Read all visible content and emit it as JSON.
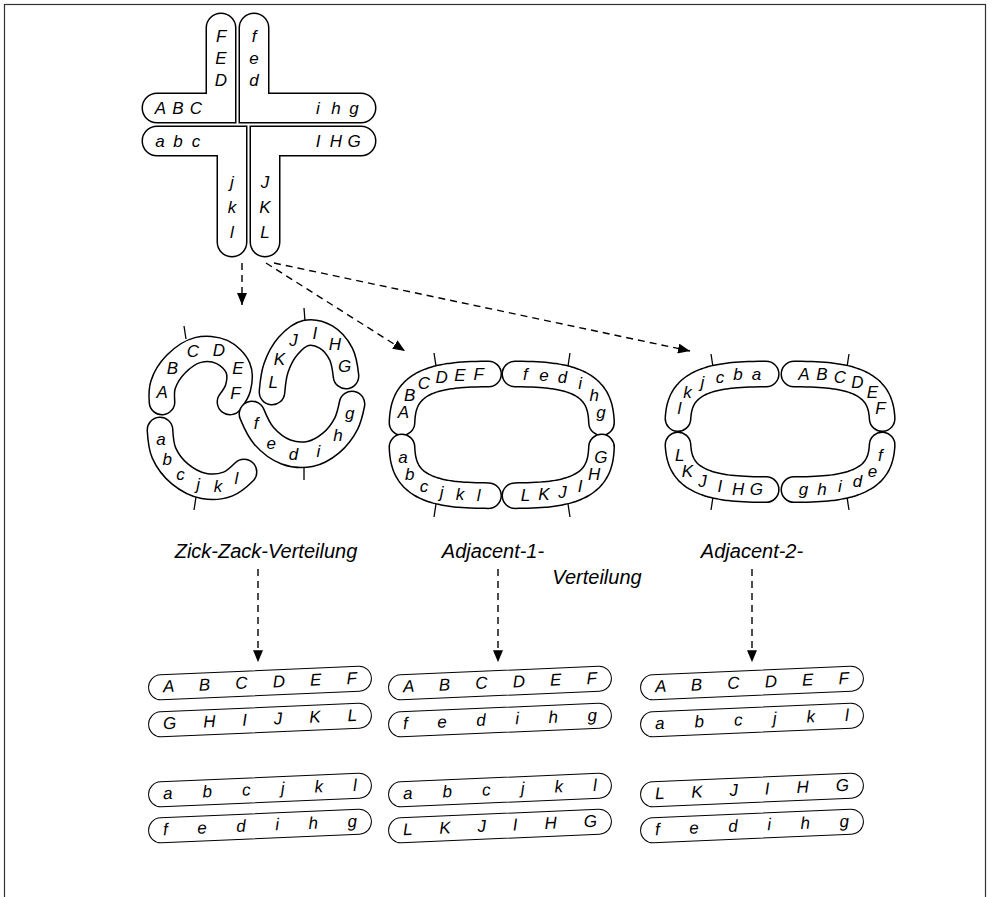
{
  "diagram": {
    "nodes": [
      {
        "text": [
          "F E D",
          "A B C"
        ]
      },
      {
        "text": [
          "f e d",
          "i h g"
        ]
      },
      {
        "text": [
          "a b c",
          "j k l"
        ]
      },
      {
        "text": [
          "I H G",
          "J K L"
        ]
      },
      {
        "text": [
          "Zick-Zack-Verteilung"
        ]
      },
      {
        "text": [
          "A B C D E F"
        ],
        "in": 4
      },
      {
        "text": [
          "L K J I H G"
        ],
        "in": 4
      },
      {
        "text": [
          "a b c j k l"
        ],
        "in": 4
      },
      {
        "text": [
          "f e d i h g"
        ],
        "in": 4
      },
      {
        "text": [
          "Adjacent-1-"
        ]
      },
      {
        "text": [
          "A B C D E F"
        ],
        "in": 9
      },
      {
        "text": [
          "f e d i h g"
        ],
        "in": 9
      },
      {
        "text": [
          "a b c j k l"
        ],
        "in": 9
      },
      {
        "text": [
          "L K J I H G"
        ],
        "in": 9
      },
      {
        "text": [
          "Adjacent-2-"
        ]
      },
      {
        "text": [
          "l k j c b a"
        ],
        "in": 14
      },
      {
        "text": [
          "A B C D E F"
        ],
        "in": 14
      },
      {
        "text": [
          "L K J I H G"
        ],
        "in": 14
      },
      {
        "text": [
          "g h i d e f"
        ],
        "in": 14
      },
      {
        "text": [
          "A B C D E F"
        ]
      },
      {
        "text": [
          "G H I J K L"
        ]
      },
      {
        "text": [
          "a b c j k l"
        ]
      },
      {
        "text": [
          "f e d i h g"
        ]
      },
      {
        "text": [
          "A B C D E F"
        ]
      },
      {
        "text": [
          "f e d i h g"
        ]
      },
      {
        "text": [
          "a b c j k l"
        ]
      },
      {
        "text": [
          "L K J I H G"
        ]
      },
      {
        "text": [
          "A B C D E F"
        ]
      },
      {
        "text": [
          "a b c j k l"
        ]
      },
      {
        "text": [
          "L K J I H G"
        ]
      },
      {
        "text": [
          "f e d i h g"
        ]
      }
    ],
    "edges": [
      {
        "from": 2,
        "to": 4,
        "arrow": "to"
      },
      {
        "from": 3,
        "to": 9,
        "arrow": "to"
      },
      {
        "from": 3,
        "to": 14,
        "arrow": "to"
      },
      {
        "from": 4,
        "to": 19,
        "arrow": "to"
      },
      {
        "from": 9,
        "to": 23,
        "arrow": "to"
      },
      {
        "from": 14,
        "to": 27,
        "arrow": "to"
      }
    ],
    "labels": [
      "Verteilung"
    ]
  }
}
